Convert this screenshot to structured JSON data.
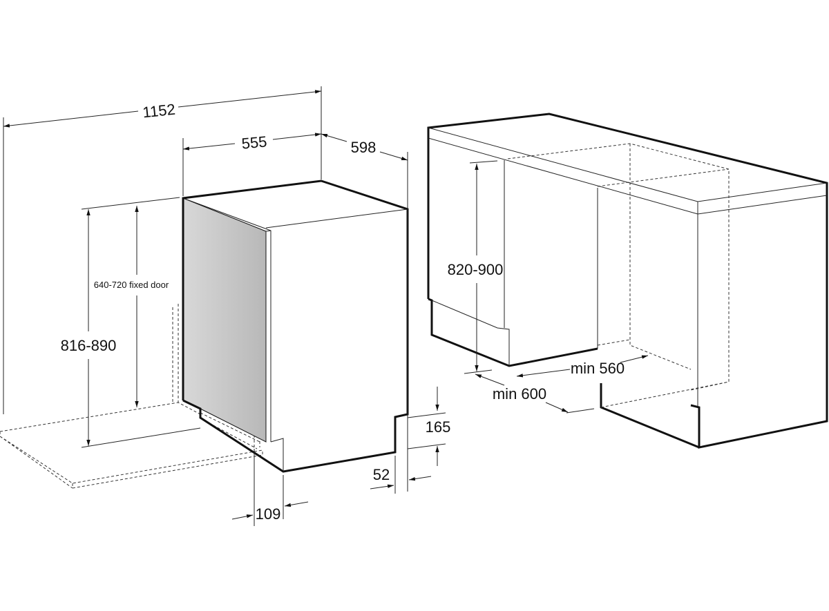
{
  "diagram": {
    "labels": {
      "total_width_open": "1152",
      "appliance_width": "555",
      "appliance_depth": "598",
      "appliance_height": "816-890",
      "fixed_door": "640-720 fixed door",
      "plinth_height": "165",
      "plinth_recess": "52",
      "door_offset": "109",
      "niche_height": "820-900",
      "niche_width": "min 560",
      "niche_depth": "min 600"
    },
    "colors": {
      "line": "#111111",
      "door_panel": "#c4c4c4"
    }
  }
}
